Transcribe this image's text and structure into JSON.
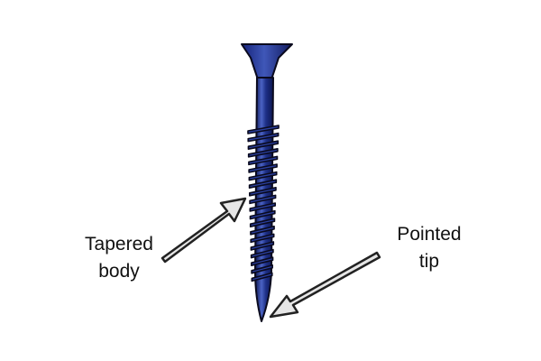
{
  "labels": {
    "tapered_line1": "Tapered",
    "tapered_line2": "body",
    "pointed_line1": "Pointed",
    "pointed_line2": "tip"
  },
  "colors": {
    "screw_body": "#1d2f86",
    "screw_highlight": "#4b63c4",
    "screw_shadow": "#0d1650",
    "outline": "#0a0a1e",
    "arrow_fill": "#e6e6e6",
    "arrow_outline": "#222222"
  },
  "icons": {
    "screw": "countersunk-screw-icon",
    "arrow_tapered": "arrow-icon",
    "arrow_pointed": "arrow-icon"
  }
}
